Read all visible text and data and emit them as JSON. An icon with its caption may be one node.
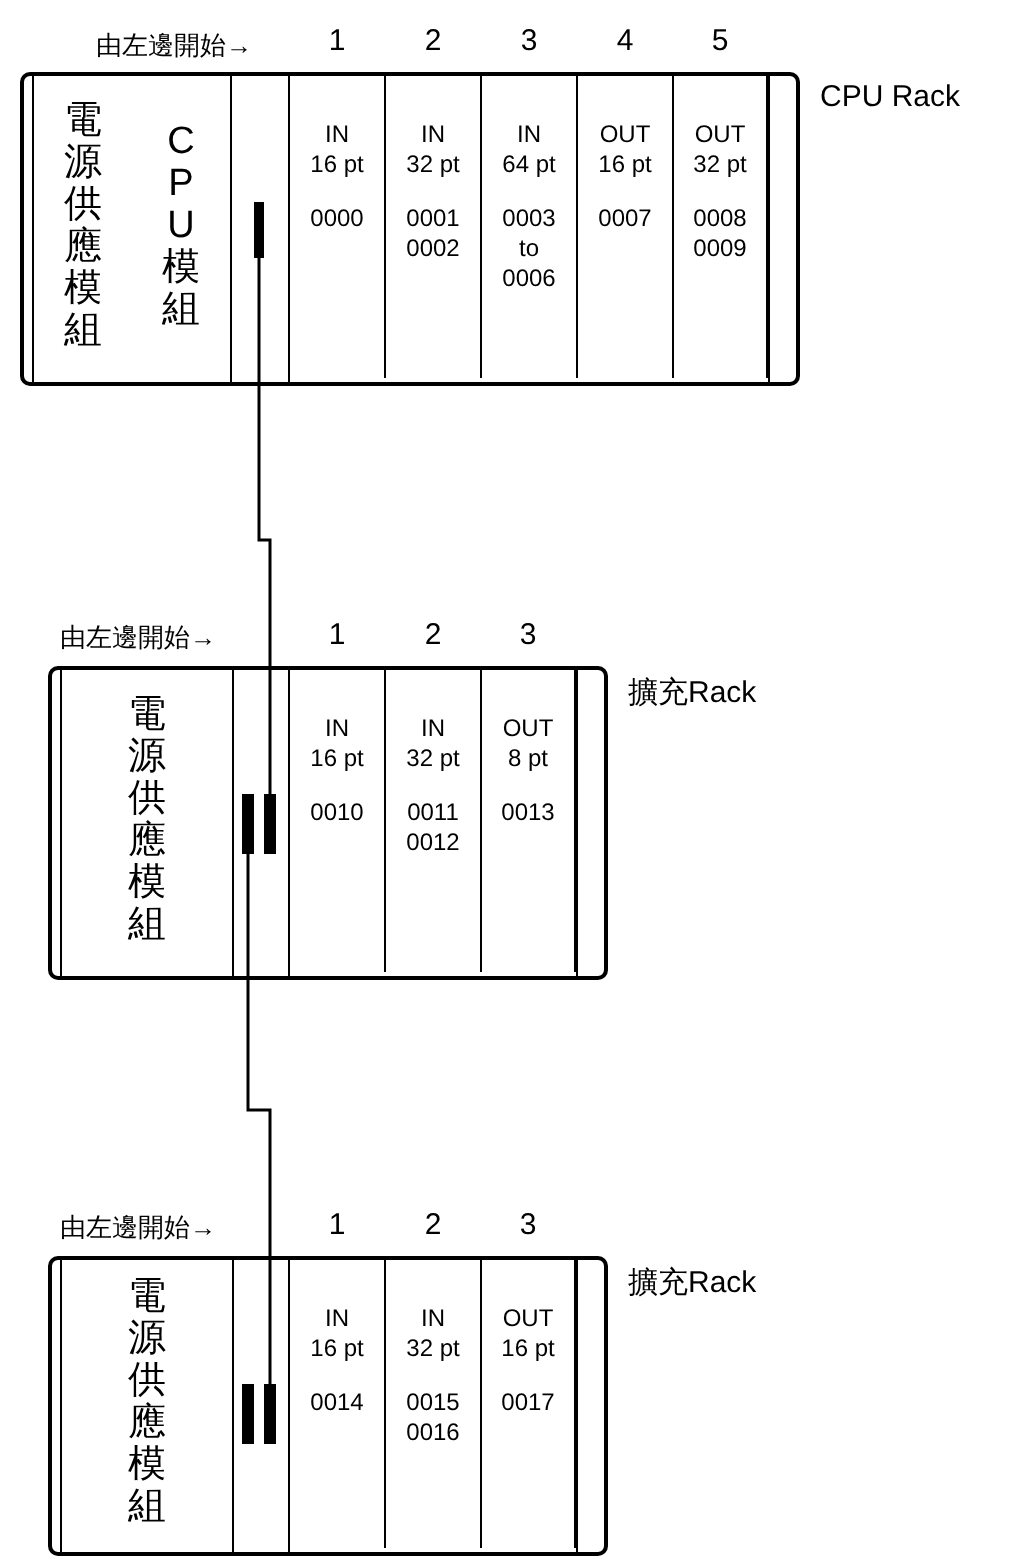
{
  "diagram": {
    "nodes": [
      {
        "text": [
          "CPU Rack"
        ]
      },
      {
        "text": [
          "電源供應模組"
        ],
        "in": 0
      },
      {
        "text": [
          "CPU 模組"
        ],
        "in": 0
      },
      {
        "text": [],
        "shape": "bar",
        "in": 0
      },
      {
        "text": [
          "IN 16 pt",
          "0000"
        ],
        "beside": [
          "1"
        ],
        "in": 0
      },
      {
        "text": [
          "IN 32 pt",
          "0001 0002"
        ],
        "beside": [
          "2"
        ],
        "in": 0
      },
      {
        "text": [
          "IN 64 pt",
          "0003 to 0006"
        ],
        "beside": [
          "3"
        ],
        "in": 0
      },
      {
        "text": [
          "OUT 16 pt",
          "0007"
        ],
        "beside": [
          "4"
        ],
        "in": 0
      },
      {
        "text": [
          "OUT 32 pt",
          "0008 0009"
        ],
        "beside": [
          "5"
        ],
        "in": 0
      },
      {
        "text": [
          "擴充Rack"
        ]
      },
      {
        "text": [
          "電源供應模組"
        ],
        "in": 9
      },
      {
        "text": [],
        "shape": "bar",
        "in": 9
      },
      {
        "text": [],
        "shape": "bar",
        "in": 9
      },
      {
        "text": [
          "IN 16 pt",
          "0010"
        ],
        "beside": [
          "1"
        ],
        "in": 9
      },
      {
        "text": [
          "IN 32 pt",
          "0011 0012"
        ],
        "beside": [
          "2"
        ],
        "in": 9
      },
      {
        "text": [
          "OUT 8 pt",
          "0013"
        ],
        "beside": [
          "3"
        ],
        "in": 9
      },
      {
        "text": [
          "擴充Rack"
        ]
      },
      {
        "text": [
          "電源供應模組"
        ],
        "in": 16
      },
      {
        "text": [],
        "shape": "bar",
        "in": 16
      },
      {
        "text": [],
        "shape": "bar",
        "in": 16
      },
      {
        "text": [
          "IN 16 pt",
          "0014"
        ],
        "beside": [
          "1"
        ],
        "in": 16
      },
      {
        "text": [
          "IN 32 pt",
          "0015 0016"
        ],
        "beside": [
          "2"
        ],
        "in": 16
      },
      {
        "text": [
          "OUT 16 pt",
          "0017"
        ],
        "beside": [
          "3"
        ],
        "in": 16
      }
    ],
    "edges": [
      {
        "from": 3,
        "to": 12,
        "arrow": "none"
      },
      {
        "from": 11,
        "to": 19,
        "arrow": "none"
      }
    ],
    "labels": [
      "由左邊開始→",
      "由左邊開始→",
      "由左邊開始→"
    ]
  }
}
